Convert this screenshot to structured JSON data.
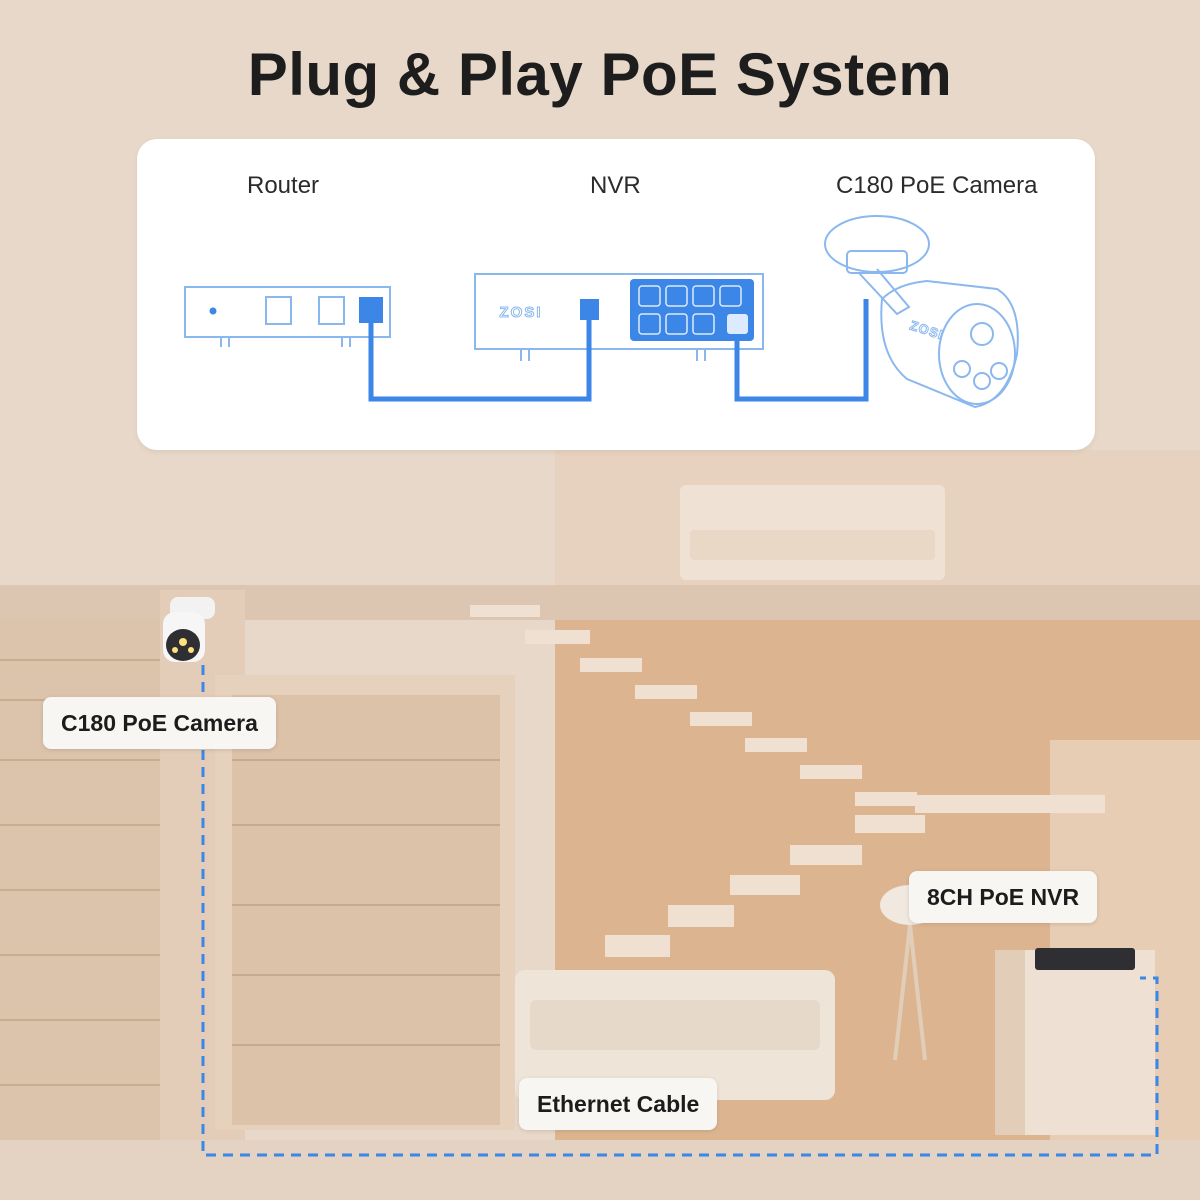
{
  "headline": "Plug & Play PoE System",
  "diagram": {
    "devices": [
      {
        "label": "Router"
      },
      {
        "label": "NVR",
        "brand": "ZOSI"
      },
      {
        "label": "C180 PoE Camera",
        "brand": "ZOSI"
      }
    ]
  },
  "scene": {
    "callouts": {
      "camera": "C180 PoE Camera",
      "nvr": "8CH PoE NVR",
      "cable": "Ethernet Cable"
    }
  },
  "colors": {
    "accent": "#3b86e6",
    "outline": "#8ab8ee",
    "background": "#e7d7c8",
    "panel": "#ffffff"
  }
}
